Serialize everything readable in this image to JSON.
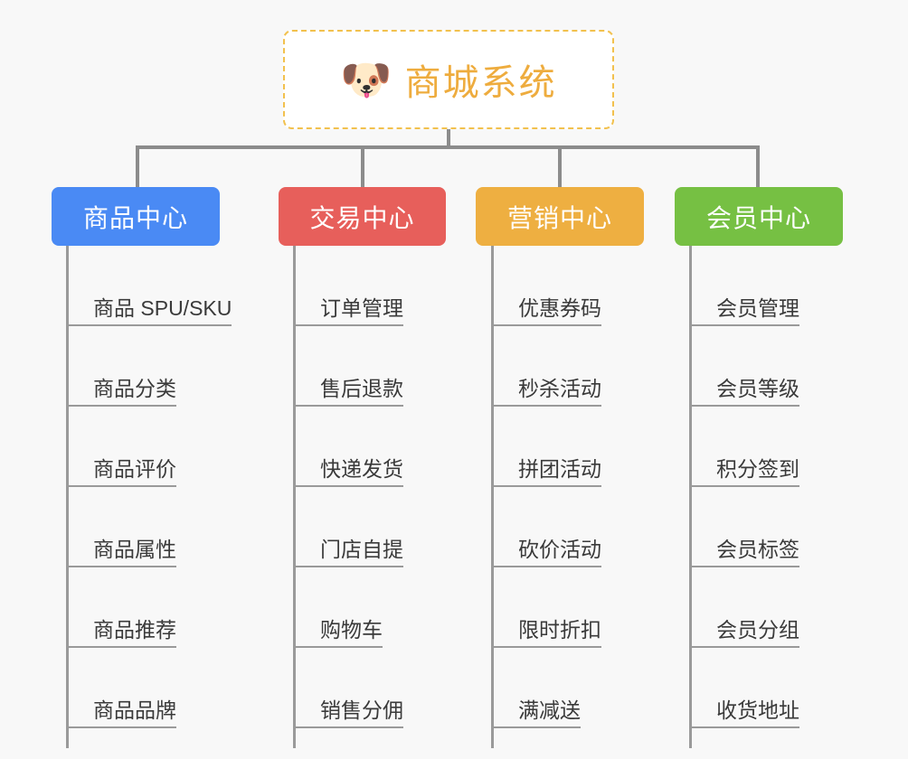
{
  "root": {
    "icon": "dog-face-emoji",
    "icon_glyph": "🐶",
    "title": "商城系统",
    "border_color": "#f2c14e",
    "text_color": "#eeac3e",
    "background": "#ffffff"
  },
  "canvas": {
    "background": "#f8f8f8",
    "connector_color": "#8c8c8c",
    "leaf_line_color": "#9a9a9a",
    "leaf_text_color": "#3a3a3a"
  },
  "columns": [
    {
      "id": "product-center",
      "label": "商品中心",
      "color": "#4a8af4",
      "items": [
        {
          "label": "商品 SPU/SKU"
        },
        {
          "label": "商品分类"
        },
        {
          "label": "商品评价"
        },
        {
          "label": "商品属性"
        },
        {
          "label": "商品推荐"
        },
        {
          "label": "商品品牌"
        }
      ]
    },
    {
      "id": "trade-center",
      "label": "交易中心",
      "color": "#e75f5b",
      "items": [
        {
          "label": "订单管理"
        },
        {
          "label": "售后退款"
        },
        {
          "label": "快递发货"
        },
        {
          "label": "门店自提"
        },
        {
          "label": "购物车"
        },
        {
          "label": "销售分佣"
        }
      ]
    },
    {
      "id": "marketing-center",
      "label": "营销中心",
      "color": "#eeaf41",
      "items": [
        {
          "label": "优惠券码"
        },
        {
          "label": "秒杀活动"
        },
        {
          "label": "拼团活动"
        },
        {
          "label": "砍价活动"
        },
        {
          "label": "限时折扣"
        },
        {
          "label": "满减送"
        }
      ]
    },
    {
      "id": "member-center",
      "label": "会员中心",
      "color": "#76c043",
      "items": [
        {
          "label": "会员管理"
        },
        {
          "label": "会员等级"
        },
        {
          "label": "积分签到"
        },
        {
          "label": "会员标签"
        },
        {
          "label": "会员分组"
        },
        {
          "label": "收货地址"
        }
      ]
    }
  ]
}
